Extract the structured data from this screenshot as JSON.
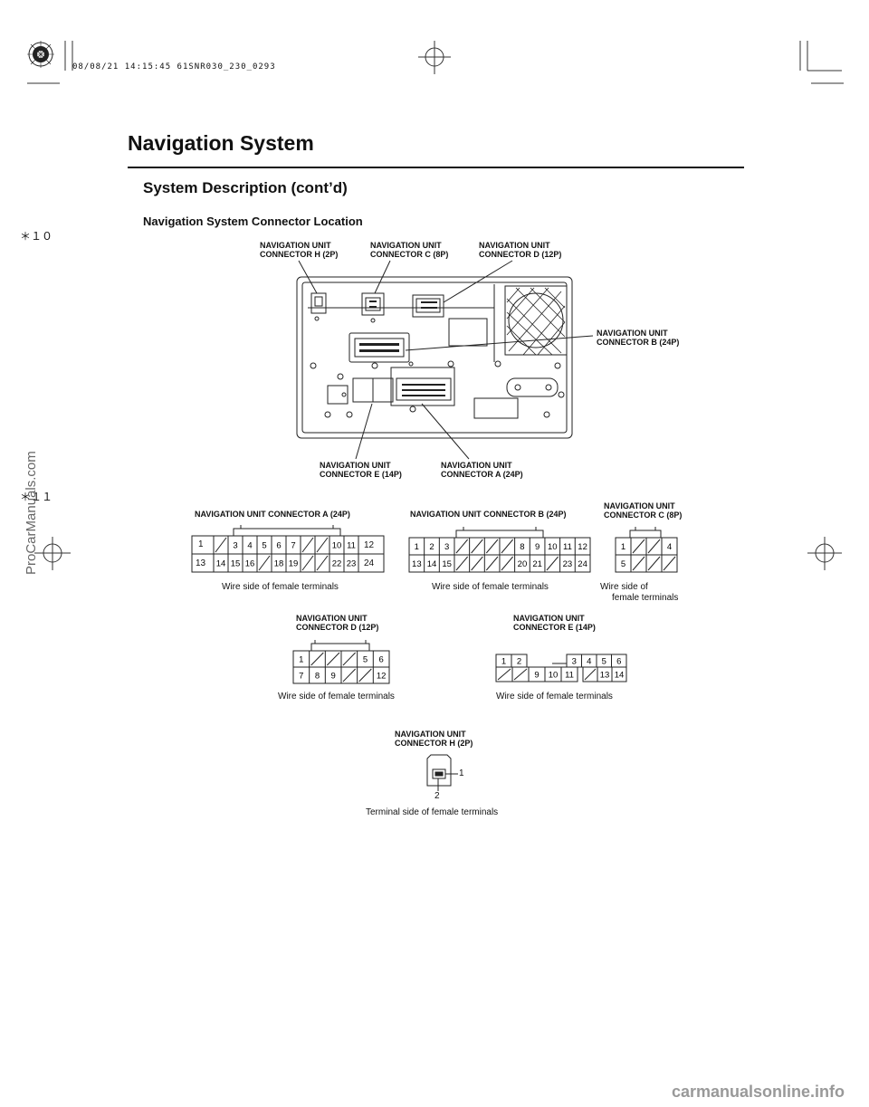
{
  "header": {
    "stamp": "08/08/21 14:15:45 61SNR030_230_0293",
    "title": "Navigation System",
    "subtitle": "System Description (cont’d)",
    "section": "Navigation System Connector Location",
    "marker_top": "＊１０",
    "marker_mid": "＊１１"
  },
  "location_labels": {
    "h": [
      "NAVIGATION UNIT",
      "CONNECTOR H (2P)"
    ],
    "c": [
      "NAVIGATION UNIT",
      "CONNECTOR C (8P)"
    ],
    "d": [
      "NAVIGATION UNIT",
      "CONNECTOR D (12P)"
    ],
    "b": [
      "NAVIGATION UNIT",
      "CONNECTOR B (24P)"
    ],
    "e": [
      "NAVIGATION UNIT",
      "CONNECTOR E (14P)"
    ],
    "a": [
      "NAVIGATION UNIT",
      "CONNECTOR A (24P)"
    ]
  },
  "connectors": {
    "a": {
      "title": "NAVIGATION UNIT CONNECTOR A (24P)",
      "caption": "Wire side of female terminals",
      "left_top": "1",
      "left_bottom": "13",
      "right_top": "12",
      "right_bottom": "24",
      "top": [
        "",
        "3",
        "4",
        "5",
        "6",
        "7",
        "",
        "",
        "10",
        "11"
      ],
      "bottom": [
        "14",
        "15",
        "16",
        "",
        "18",
        "19",
        "",
        "",
        "22",
        "23"
      ]
    },
    "b": {
      "title": "NAVIGATION UNIT CONNECTOR B (24P)",
      "caption": "Wire side of female terminals",
      "top": [
        "1",
        "2",
        "3",
        "",
        "",
        "",
        "",
        "8",
        "9",
        "10",
        "11",
        "12"
      ],
      "bottom": [
        "13",
        "14",
        "15",
        "",
        "",
        "",
        "",
        "20",
        "21",
        "",
        "23",
        "24"
      ]
    },
    "c": {
      "title": [
        "NAVIGATION UNIT",
        "CONNECTOR C (8P)"
      ],
      "caption": [
        "Wire side of",
        "female terminals"
      ],
      "top": [
        "1",
        "",
        "",
        "4"
      ],
      "bottom": [
        "5",
        "",
        "",
        ""
      ]
    },
    "d": {
      "title": [
        "NAVIGATION UNIT",
        "CONNECTOR D (12P)"
      ],
      "caption": "Wire side of female terminals",
      "top": [
        "1",
        "",
        "",
        "",
        "5",
        "6"
      ],
      "bottom": [
        "7",
        "8",
        "9",
        "",
        "",
        "12"
      ]
    },
    "e": {
      "title": [
        "NAVIGATION UNIT",
        "CONNECTOR E (14P)"
      ],
      "caption": "Wire side of female terminals",
      "top_left": [
        "1",
        "2"
      ],
      "top_right": [
        "3",
        "4",
        "5",
        "6"
      ],
      "bottom_left": [
        "",
        "",
        "9",
        "10",
        "11"
      ],
      "bottom_right": [
        "",
        "13",
        "14"
      ]
    },
    "h": {
      "title": [
        "NAVIGATION UNIT",
        "CONNECTOR H (2P)"
      ],
      "caption": "Terminal side of female terminals",
      "pin1": "1",
      "pin2": "2"
    }
  },
  "watermarks": {
    "side": "ProCarManuals.com",
    "bottom": "carmanualsonline.info"
  }
}
